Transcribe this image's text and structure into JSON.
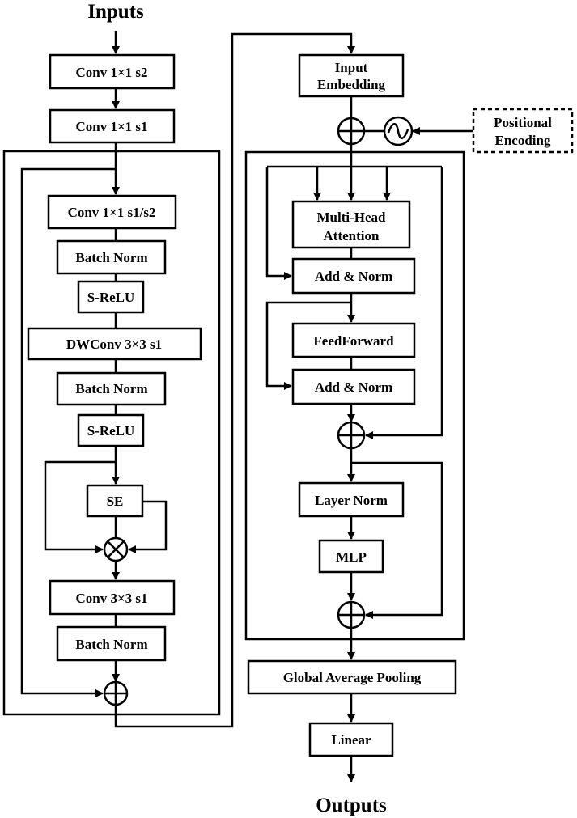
{
  "inputs_label": "Inputs",
  "outputs_label": "Outputs",
  "cnn": {
    "conv_s2": "Conv 1×1  s2",
    "conv_s1": "Conv 1×1  s1",
    "conv_s1s2": "Conv 1×1  s1/s2",
    "bn1": "Batch Norm",
    "srelu1": "S-ReLU",
    "dwconv": "DWConv 3×3  s1",
    "bn2": "Batch Norm",
    "srelu2": "S-ReLU",
    "se": "SE",
    "conv33": "Conv 3×3  s1",
    "bn3": "Batch Norm"
  },
  "transformer": {
    "input_embedding_l1": "Input",
    "input_embedding_l2": "Embedding",
    "pos_enc_l1": "Positional",
    "pos_enc_l2": "Encoding",
    "mha_l1": "Multi-Head",
    "mha_l2": "Attention",
    "addnorm1": "Add & Norm",
    "feedforward": "FeedForward",
    "addnorm2": "Add & Norm",
    "layernorm": "Layer Norm",
    "mlp": "MLP",
    "gap": "Global Average Pooling",
    "linear": "Linear"
  }
}
